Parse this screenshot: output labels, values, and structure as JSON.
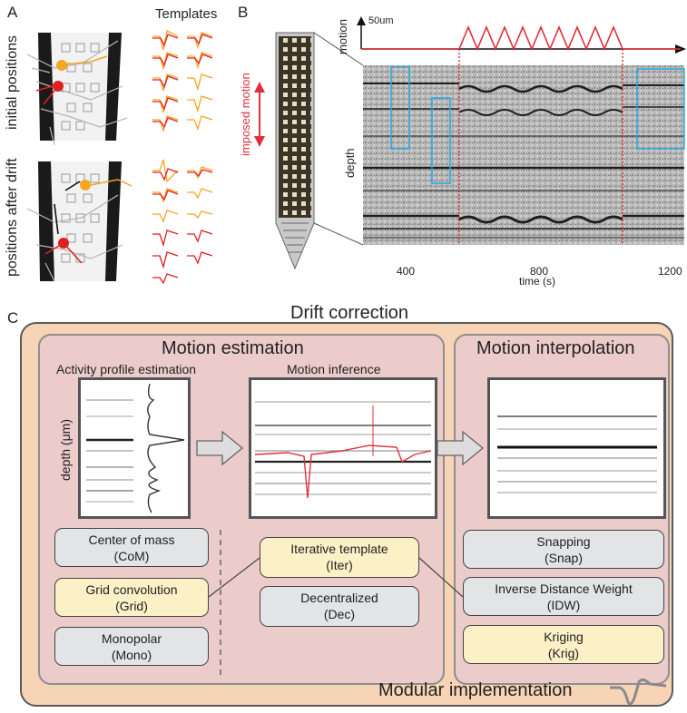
{
  "panels": {
    "a": "A",
    "b": "B",
    "c": "C"
  },
  "panel_a": {
    "templates_title": "Templates",
    "initial_label": "initial positions",
    "after_label": "positions after drift"
  },
  "panel_b": {
    "scale_label": "50um",
    "motion_label": "motion",
    "imposed_label": "imposed motion",
    "depth_label": "depth",
    "time_label": "time (s)",
    "x_ticks": [
      "400",
      "800",
      "1200"
    ]
  },
  "panel_c": {
    "title": "Drift correction",
    "estimation_title": "Motion estimation",
    "interpolation_title": "Motion interpolation",
    "activity_title": "Activity profile estimation",
    "inference_title": "Motion inference",
    "depth_um": "depth (μm)",
    "modular_label": "Modular implementation",
    "methods": {
      "com": {
        "name": "Center of mass",
        "abbr": "(CoM)"
      },
      "grid": {
        "name": "Grid convolution",
        "abbr": "(Grid)"
      },
      "mono": {
        "name": "Monopolar",
        "abbr": "(Mono)"
      },
      "iter": {
        "name": "Iterative template",
        "abbr": "(Iter)"
      },
      "dec": {
        "name": "Decentralized",
        "abbr": "(Dec)"
      },
      "snap": {
        "name": "Snapping",
        "abbr": "(Snap)"
      },
      "idw": {
        "name": "Inverse Distance Weight",
        "abbr": "(IDW)"
      },
      "krig": {
        "name": "Kriging",
        "abbr": "(Krig)"
      }
    }
  },
  "colors": {
    "outer_bg": "#f6d4b5",
    "inner_bg": "#eccbcb",
    "highlight_method": "#fcf0c6",
    "default_method": "#e2e4e6",
    "motion_trace": "#e0303a",
    "roi_box": "#29a8e0"
  }
}
